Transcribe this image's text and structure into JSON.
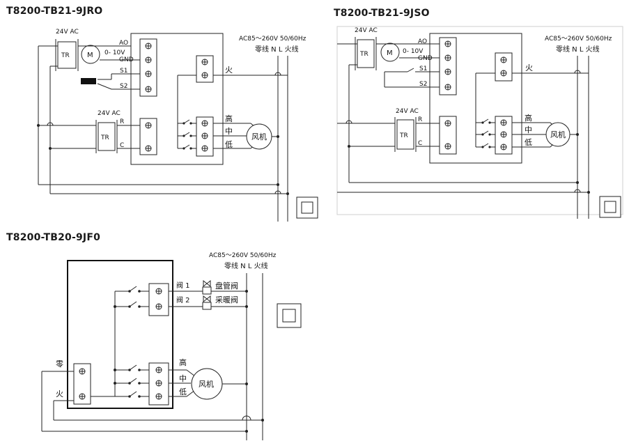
{
  "diagram_1": {
    "title": "T8200-TB21-9JRO",
    "power_label": "AC85～260V  50/60Hz",
    "line_labels": "零线 N  L 火线",
    "tr_top": "24V AC",
    "tr_bottom": "24V AC",
    "tr": "TR",
    "motor": "M",
    "ao": "AO",
    "volt": "0- 10V",
    "gnd": "GND",
    "s1": "S1",
    "s2": "S2",
    "r": "R",
    "c": "C",
    "fire": "火",
    "high": "高",
    "mid": "中",
    "low": "低",
    "fan": "风机"
  },
  "diagram_2": {
    "title": "T8200-TB21-9JSO",
    "power_label": "AC85～260V  50/60Hz",
    "line_labels": "零线 N  L 火线",
    "tr_top": "24V AC",
    "tr_bottom": "24V AC",
    "tr": "TR",
    "motor": "M",
    "ao": "AO",
    "volt": "0- 10V",
    "gnd": "GND",
    "s1": "S1",
    "s2": "S2",
    "r": "R",
    "c": "C",
    "fire": "火",
    "high": "高",
    "mid": "中",
    "low": "低",
    "fan": "风机"
  },
  "diagram_3": {
    "title": "T8200-TB20-9JF0",
    "power_label": "AC85～260V   50/60Hz",
    "line_labels": "零线 N     L 火线",
    "valve1": "阀 1",
    "valve2": "阀 2",
    "coil_valve": "盘管阀",
    "heat_valve": "采暖阀",
    "high": "高",
    "mid": "中",
    "low": "低",
    "fan": "风机",
    "neutral": "零",
    "live": "火"
  }
}
